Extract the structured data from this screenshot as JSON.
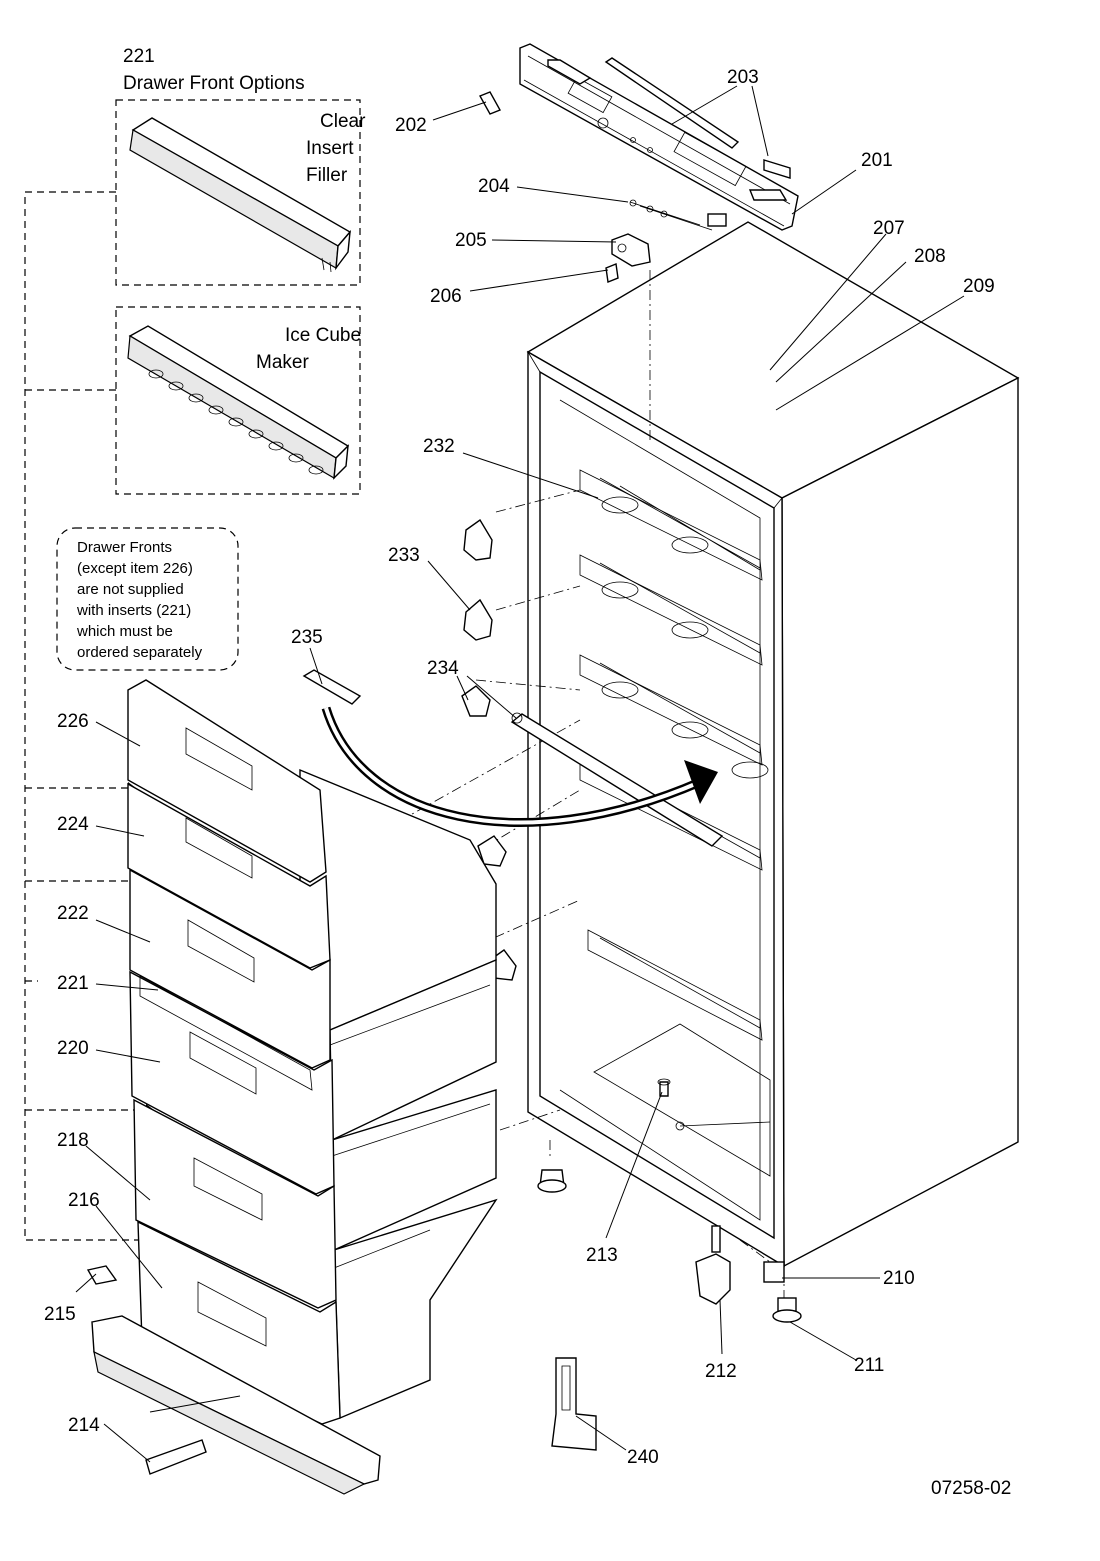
{
  "drawing": {
    "id": "07258-02",
    "options_title_number": "221",
    "options_title": "Drawer Front Options",
    "option_clear": [
      "Clear",
      "Insert",
      "Filler"
    ],
    "option_ice": [
      "Ice Cube",
      "Maker"
    ],
    "note": [
      "Drawer Fronts",
      "(except item 226)",
      "are not supplied",
      "with inserts (221)",
      "which must be",
      "ordered separately"
    ]
  },
  "parts": {
    "p201": "201",
    "p202": "202",
    "p203a": "203",
    "p204": "204",
    "p205": "205",
    "p206": "206",
    "p207": "207",
    "p208": "208",
    "p209": "209",
    "p210": "210",
    "p211": "211",
    "p212": "212",
    "p213": "213",
    "p214": "214",
    "p215": "215",
    "p216": "216",
    "p218": "218",
    "p220": "220",
    "p221": "221",
    "p222": "222",
    "p224": "224",
    "p226": "226",
    "p232": "232",
    "p233": "233",
    "p234": "234",
    "p235": "235",
    "p240": "240"
  }
}
